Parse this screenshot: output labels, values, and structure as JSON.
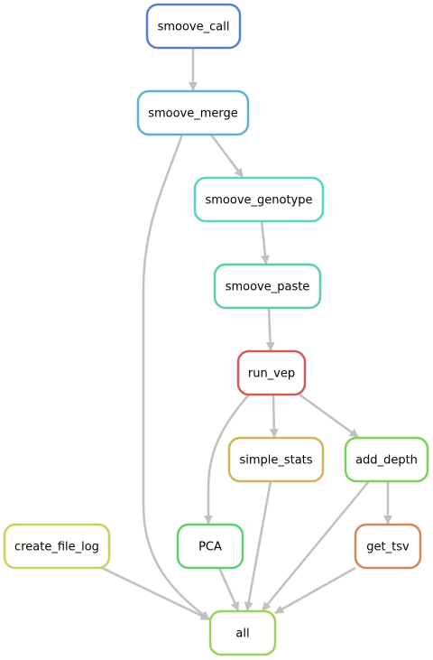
{
  "nodes": [
    {
      "id": "smoove_call",
      "label": "smoove_call",
      "color": "#5a7fd1"
    },
    {
      "id": "smoove_merge",
      "label": "smoove_merge",
      "color": "#5ab3d1"
    },
    {
      "id": "smoove_genotype",
      "label": "smoove_genotype",
      "color": "#5ad1c5"
    },
    {
      "id": "smoove_paste",
      "label": "smoove_paste",
      "color": "#5ad19a"
    },
    {
      "id": "run_vep",
      "label": "run_vep",
      "color": "#d15a5a"
    },
    {
      "id": "simple_stats",
      "label": "simple_stats",
      "color": "#d1b35a"
    },
    {
      "id": "add_depth",
      "label": "add_depth",
      "color": "#7ad15a"
    },
    {
      "id": "create_file_log",
      "label": "create_file_log",
      "color": "#c9d15a"
    },
    {
      "id": "PCA",
      "label": "PCA",
      "color": "#5ad16e"
    },
    {
      "id": "get_tsv",
      "label": "get_tsv",
      "color": "#d1875a"
    },
    {
      "id": "all",
      "label": "all",
      "color": "#9ad15a"
    }
  ],
  "edges": [
    {
      "from": "smoove_call",
      "to": "smoove_merge"
    },
    {
      "from": "smoove_merge",
      "to": "smoove_genotype"
    },
    {
      "from": "smoove_merge",
      "to": "all"
    },
    {
      "from": "smoove_genotype",
      "to": "smoove_paste"
    },
    {
      "from": "smoove_paste",
      "to": "run_vep"
    },
    {
      "from": "run_vep",
      "to": "simple_stats"
    },
    {
      "from": "run_vep",
      "to": "add_depth"
    },
    {
      "from": "run_vep",
      "to": "PCA"
    },
    {
      "from": "simple_stats",
      "to": "all"
    },
    {
      "from": "add_depth",
      "to": "get_tsv"
    },
    {
      "from": "add_depth",
      "to": "all"
    },
    {
      "from": "create_file_log",
      "to": "all"
    },
    {
      "from": "PCA",
      "to": "all"
    },
    {
      "from": "get_tsv",
      "to": "all"
    }
  ],
  "edge_color": "#c0c0c0"
}
